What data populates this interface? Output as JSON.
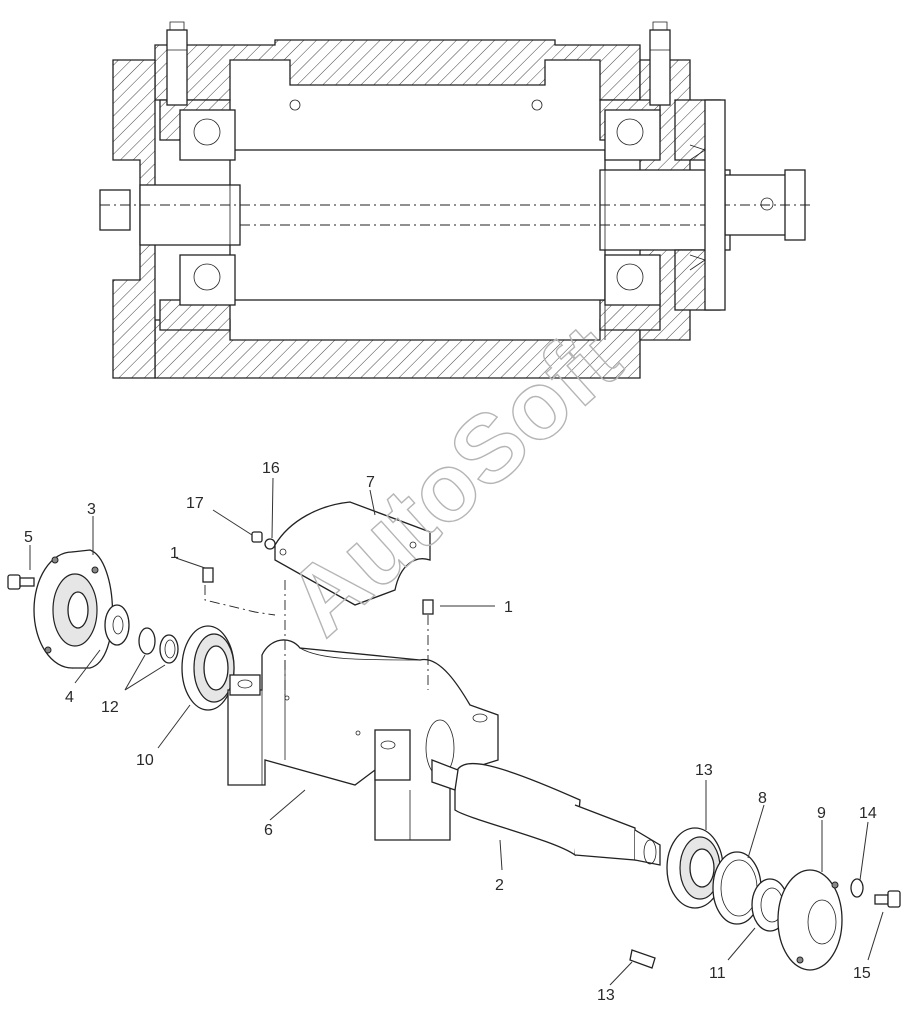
{
  "watermark": {
    "text": "AutoSoft",
    "color": "#b5b5b5"
  },
  "callouts": {
    "c1a": "1",
    "c1b": "1",
    "c2": "2",
    "c3": "3",
    "c4": "4",
    "c5": "5",
    "c6": "6",
    "c7": "7",
    "c8": "8",
    "c9": "9",
    "c10": "10",
    "c11": "11",
    "c12": "12",
    "c13a": "13",
    "c13b": "13",
    "c14": "14",
    "c15": "15",
    "c16": "16",
    "c17": "17"
  }
}
